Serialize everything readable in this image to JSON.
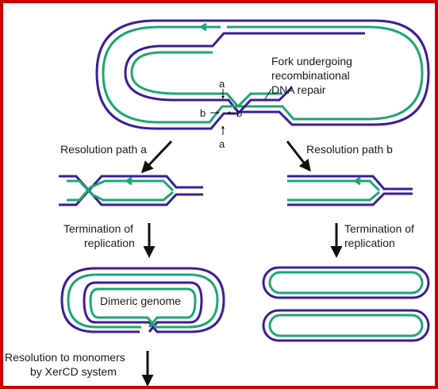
{
  "colors": {
    "border": "#cc0000",
    "strand_purple": "#3a1f96",
    "strand_green": "#1fa577",
    "arrow": "#111111",
    "text": "#1a1a1a"
  },
  "labels": {
    "fork_line1": "Fork undergoing",
    "fork_line2": "recombinational",
    "fork_line3": "DNA repair",
    "mark_a_top": "a",
    "mark_a_bottom": "a",
    "mark_b_left": "b",
    "mark_b_right": "b",
    "path_a": "Resolution path a",
    "path_b": "Resolution path b",
    "term_a_line1": "Termination of",
    "term_a_line2": "replication",
    "term_b_line1": "Termination of",
    "term_b_line2": "replication",
    "dimeric": "Dimeric genome",
    "resolution_line1": "Resolution to monomers",
    "resolution_line2": "by XerCD system"
  }
}
